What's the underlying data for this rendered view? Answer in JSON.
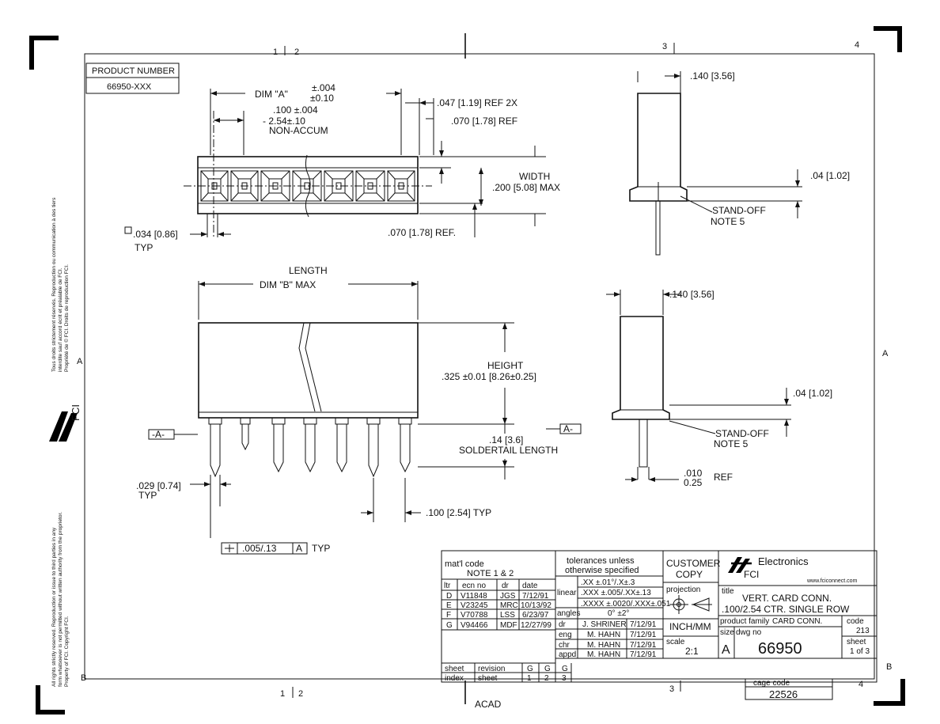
{
  "zones": {
    "top": [
      "1",
      "2",
      "3",
      "4"
    ],
    "bottom": [
      "1",
      "2",
      "3",
      "4"
    ],
    "side": [
      "A",
      "B"
    ]
  },
  "product_number": {
    "label": "PRODUCT NUMBER",
    "value": "66950-XXX"
  },
  "left_notice_top": [
    "Tous droits strictement réservés. Reproduction ou communication à des tiers",
    "interdite sauf accord écrit et préalable de FCI.",
    "Propriété de © FCI. Droits de reproduction FCI."
  ],
  "left_notice_bottom": [
    "All rights strictly reserved. Reproduction or issue to third parties in any",
    "form whatsoever is not permitted without written authority from the proprietor.",
    "Property of FCI. Copyright FCI."
  ],
  "side_logo_text": "FCI",
  "top_view": {
    "dim_a": "DIM \"A\"",
    "dim_a_tol_top": "±.004",
    "dim_a_tol_bot": "±0.10",
    "pitch_1": ".100 ±.004",
    "pitch_2": "- 2.54±.10",
    "pitch_3": "NON-ACCUM",
    "ref_047": ".047 [1.19] REF 2X",
    "ref_070_top": ".070 [1.78] REF",
    "width_label": "WIDTH",
    "width_value": ".200 [5.08] MAX",
    "sq_034": ".034 [0.86]",
    "typ_1": "TYP",
    "ref_070_bot": ".070 [1.78] REF."
  },
  "front_view": {
    "length_label": "LENGTH",
    "dim_b": "DIM \"B\" MAX",
    "height_label": "HEIGHT",
    "height_value": ".325 ±0.01 [8.26±0.25]",
    "tail_1": ".14 [3.6]",
    "tail_2": "SOLDERTAIL LENGTH",
    "datum_left": "-A-",
    "datum_right": "A-",
    "dia_029": ".029 [0.74]",
    "typ_2": "TYP",
    "pitch_100": ".100 [2.54] TYP",
    "tolerance_frame": [
      ".005/.13",
      "A"
    ],
    "typ_3": "TYP"
  },
  "side_view_top": {
    "dim_140": ".140 [3.56]",
    "dim_04": ".04 [1.02]",
    "standoff": "STAND-OFF",
    "note": "NOTE 5"
  },
  "side_view_bot": {
    "dim_140": ".140 [3.56]",
    "dim_04": ".04 [1.02]",
    "standoff": "STAND-OFF",
    "note": "NOTE 5",
    "dim_010_1": ".010",
    "dim_010_2": "0.25",
    "ref": "REF"
  },
  "title_block": {
    "matl_code": "mat'l code",
    "note_1_2": "NOTE 1 & 2",
    "rev_headers": [
      "ltr",
      "ecn no",
      "dr",
      "date"
    ],
    "revisions": [
      [
        "D",
        "V11848",
        "JGS",
        "7/12/91"
      ],
      [
        "E",
        "V23245",
        "MRC",
        "10/13/92"
      ],
      [
        "F",
        "V70788",
        "LSS",
        "6/23/97"
      ],
      [
        "G",
        "V94466",
        "MDF",
        "12/27/99"
      ]
    ],
    "tolerances_1": "tolerances unless",
    "tolerances_2": "otherwise specified",
    "tol_frac": ".XX ±.01°/.X±.3",
    "linear": "linear",
    "tol_lin1": ".XXX ±.005/.XX±.13",
    "tol_lin2": ".XXXX ±.0020/.XXX±.051",
    "angles": "angles",
    "tol_ang": "0° ±2°",
    "roles": [
      "dr",
      "eng",
      "chr",
      "appd"
    ],
    "role_names": [
      "J. SHRINER",
      "M. HAHN",
      "M. HAHN",
      "M. HAHN"
    ],
    "role_dates": [
      "7/12/91",
      "7/12/91",
      "7/12/91",
      "7/12/91"
    ],
    "customer_copy_1": "CUSTOMER",
    "customer_copy_2": "COPY",
    "projection": "projection",
    "units": "INCH/MM",
    "scale_label": "scale",
    "scale_value": "2:1",
    "brand": "Electronics",
    "brand_fci": "FCI",
    "website": "www.fciconnect.com",
    "title_label": "title",
    "title_1": "VERT. CARD CONN.",
    "title_2": ".100/2.54 CTR. SINGLE ROW",
    "product_family_label": "product family",
    "product_family": "CARD CONN.",
    "code_label": "code",
    "code_value": "213",
    "size_label": "size",
    "dwg_label": "dwg no",
    "size_value": "A",
    "dwg_no": "66950",
    "sheet_label": "sheet",
    "sheet_value": "1 of 3",
    "sheet_rev_labels": [
      "sheet",
      "revision",
      "index",
      "sheet"
    ],
    "sheet_rev_values": [
      "G",
      "G",
      "G",
      "1",
      "2",
      "3"
    ],
    "cage_label": "cage code",
    "cage_value": "22526",
    "acad": "ACAD"
  }
}
